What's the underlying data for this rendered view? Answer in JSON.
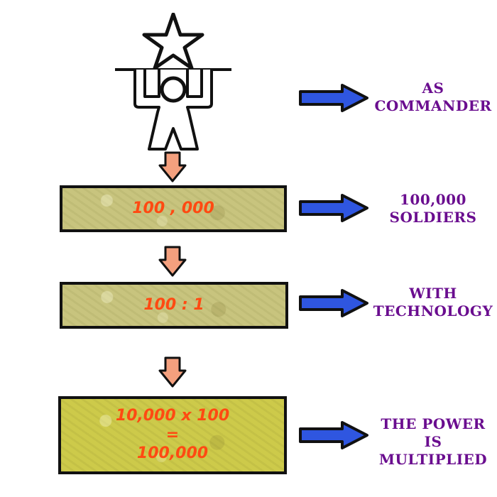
{
  "rows": [
    {
      "label_lines": [
        "AS",
        "COMMANDER"
      ]
    },
    {
      "box_lines": [
        "100 , 000"
      ],
      "label_lines": [
        "100,000",
        "SOLDIERS"
      ]
    },
    {
      "box_lines": [
        "100 : 1"
      ],
      "label_lines": [
        "WITH",
        "TECHNOLOGY"
      ]
    },
    {
      "box_lines": [
        "10,000 x 100",
        "=",
        "100,000"
      ],
      "label_lines": [
        "THE POWER",
        "IS",
        "MULTIPLIED"
      ]
    }
  ],
  "colors": {
    "box_text": "#ff4a12",
    "label_text": "#6a0d8f",
    "right_arrow": "#2f56e0",
    "down_arrow": "#f4a07e"
  },
  "icons": {
    "figure": "commander-figure-icon",
    "star": "star-icon",
    "right_arrow": "right-arrow-icon",
    "down_arrow": "down-arrow-icon"
  }
}
